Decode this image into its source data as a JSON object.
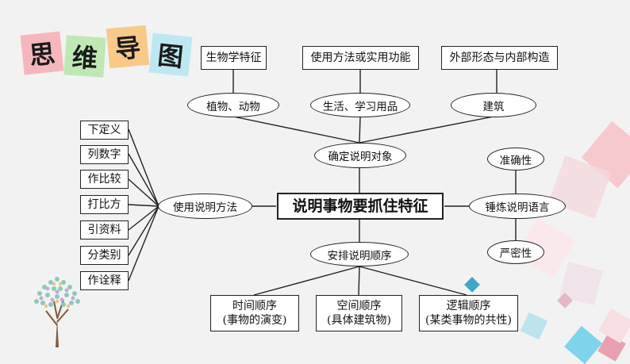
{
  "title_tiles": [
    "思",
    "维",
    "导",
    "图"
  ],
  "colors": {
    "tile_pink": "#f5b7bd",
    "tile_green": "#bfe8b5",
    "tile_orange": "#f8c989",
    "tile_blue": "#bde8f2"
  },
  "center": "说明事物要抓住特征",
  "object": {
    "label": "确定说明对象",
    "features": [
      "生物学特征",
      "使用方法或实用功能",
      "外部形态与内部构造"
    ],
    "examples": [
      "植物、动物",
      "生活、学习用品",
      "建筑"
    ]
  },
  "method": {
    "label": "使用说明方法",
    "items": [
      "下定义",
      "列数字",
      "作比较",
      "打比方",
      "引资料",
      "分类别",
      "作诠释"
    ]
  },
  "language": {
    "label": "锤炼说明语言",
    "traits": [
      "准确性",
      "严密性"
    ]
  },
  "order": {
    "label": "安排说明顺序",
    "items": [
      {
        "name": "时间顺序",
        "note": "(事物的演变)"
      },
      {
        "name": "空间顺序",
        "note": "(具体建筑物)"
      },
      {
        "name": "逻辑顺序",
        "note": "(某类事物的共性)"
      }
    ]
  }
}
